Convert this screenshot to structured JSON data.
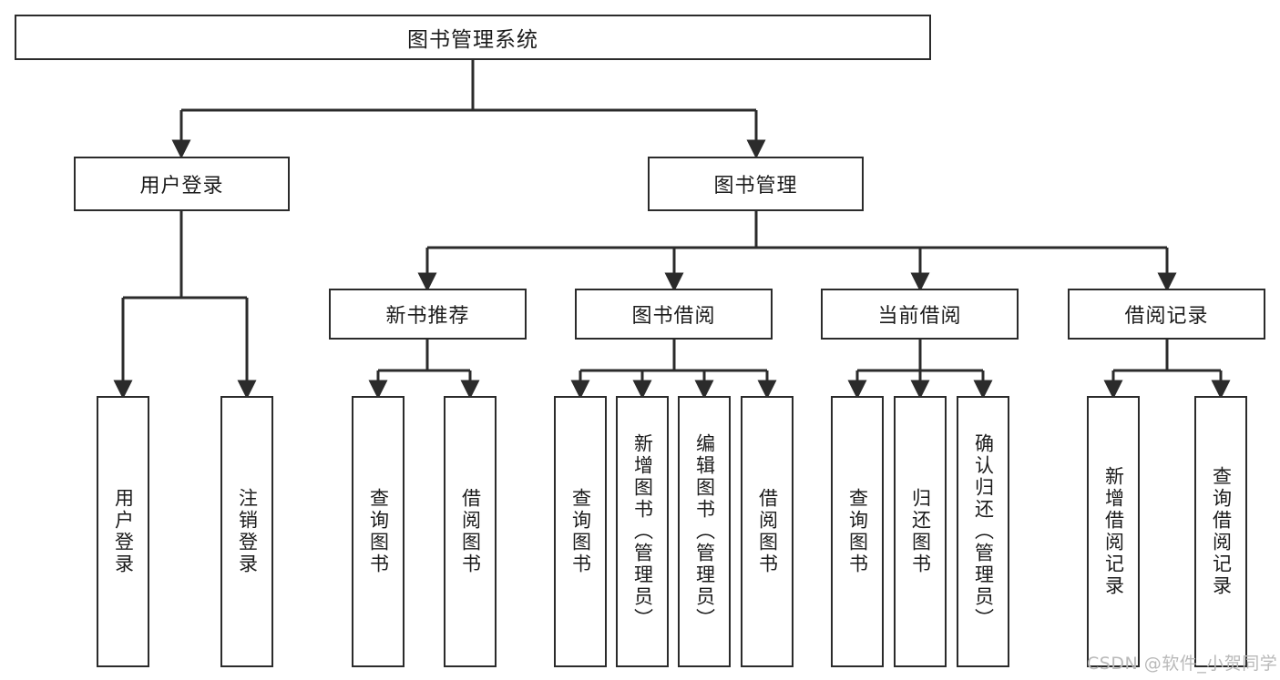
{
  "diagram": {
    "title": "图书管理系统",
    "watermark": "CSDN @软件_小贺同学",
    "colors": {
      "stroke": "#2b2b2b",
      "background": "#ffffff",
      "text": "#1b1b1b",
      "watermark": "#b9b9b9"
    },
    "root": {
      "label": "图书管理系统"
    },
    "level2": [
      {
        "label": "用户登录"
      },
      {
        "label": "图书管理"
      }
    ],
    "level3": [
      {
        "label": "新书推荐"
      },
      {
        "label": "图书借阅"
      },
      {
        "label": "当前借阅"
      },
      {
        "label": "借阅记录"
      }
    ],
    "leaves": {
      "user_login": [
        {
          "label": "用户登录"
        },
        {
          "label": "注销登录"
        }
      ],
      "new_book": [
        {
          "label": "查询图书"
        },
        {
          "label": "借阅图书"
        }
      ],
      "book_borrow": [
        {
          "label": "查询图书"
        },
        {
          "label": "新增图书（管理员）"
        },
        {
          "label": "编辑图书（管理员）"
        },
        {
          "label": "借阅图书"
        }
      ],
      "current_borrow": [
        {
          "label": "查询图书"
        },
        {
          "label": "归还图书"
        },
        {
          "label": "确认归还（管理员）"
        }
      ],
      "borrow_record": [
        {
          "label": "新增借阅记录"
        },
        {
          "label": "查询借阅记录"
        }
      ]
    }
  }
}
